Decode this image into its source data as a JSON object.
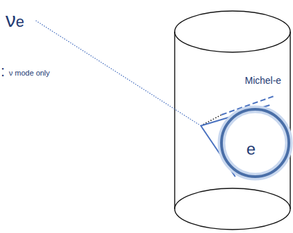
{
  "diagram": {
    "nodes": [
      {
        "text": [
          "e"
        ]
      }
    ],
    "labels": [
      "νe",
      ":",
      "ν mode only",
      "Michel-e"
    ]
  }
}
